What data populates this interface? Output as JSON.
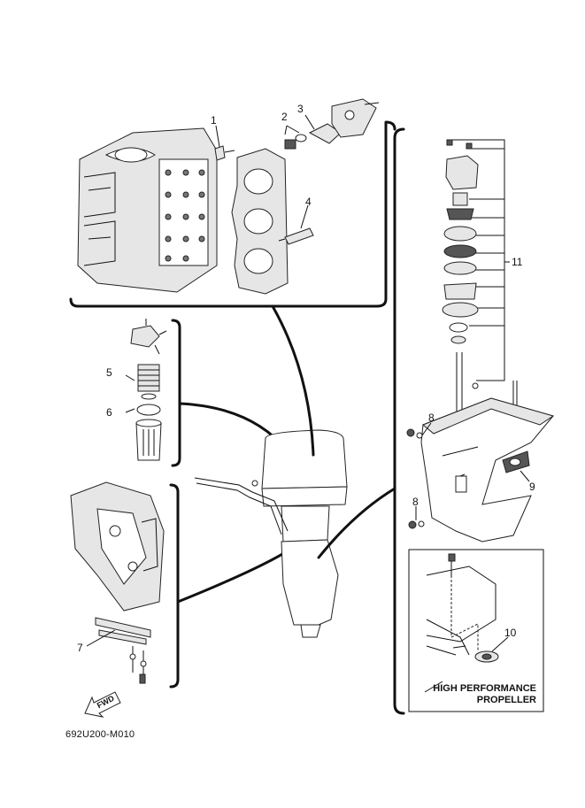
{
  "callouts": {
    "c1": "1",
    "c2": "2",
    "c3": "3",
    "c4": "4",
    "c5": "5",
    "c6": "6",
    "c7": "7",
    "c8a": "8",
    "c8b": "8",
    "c9": "9",
    "c10": "10",
    "c11": "11"
  },
  "inset": {
    "caption_line1": "HIGH PERFORMANCE",
    "caption_line2": "PROPELLER"
  },
  "direction_label": "FWD",
  "diagram_code": "692U200-M010",
  "icons": [
    "fwd-arrow-icon"
  ]
}
